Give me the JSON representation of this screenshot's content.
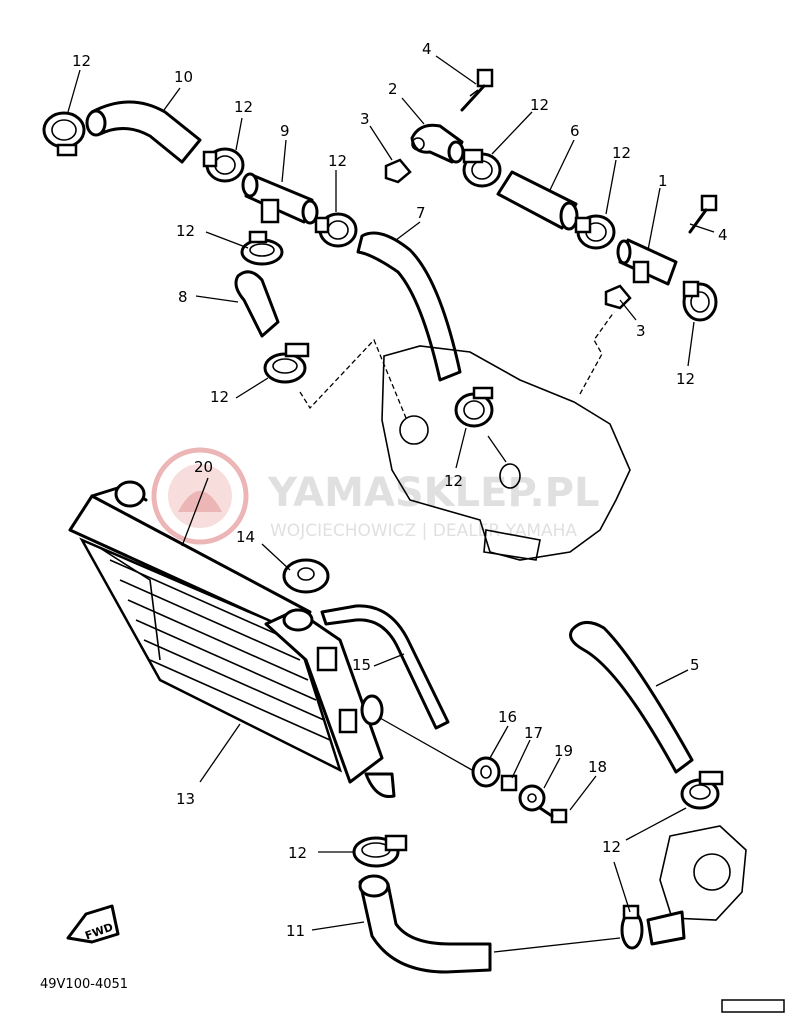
{
  "diagram": {
    "code": "49V100-4051",
    "direction_label": "FWD",
    "callouts": {
      "c12_top_left": "12",
      "c10": "10",
      "c12_clamp_a": "12",
      "c9": "9",
      "c12_clamp_b": "12",
      "c12_left_mid": "12",
      "c8": "8",
      "c12_lower_left": "12",
      "c4_top": "4",
      "c2": "2",
      "c3_top": "3",
      "c12_top_mid": "12",
      "c6": "6",
      "c7": "7",
      "c12_engine": "12",
      "c12_right_top": "12",
      "c1": "1",
      "c4_right": "4",
      "c3_right": "3",
      "c12_right": "12",
      "c20": "20",
      "c14": "14",
      "c15": "15",
      "c13": "13",
      "c5": "5",
      "c16": "16",
      "c17": "17",
      "c19": "19",
      "c18": "18",
      "c12_bottom_mid": "12",
      "c12_bottom_right": "12",
      "c11": "11"
    }
  },
  "watermark": {
    "brand": "YAMASKLEP.PL",
    "tagline": "WOJCIECHOWICZ | DEALER YAMAHA"
  },
  "colors": {
    "ink": "#000000",
    "paper": "#ffffff",
    "watermark_red": "#e07b7b",
    "watermark_grey": "#c8c8c8"
  }
}
